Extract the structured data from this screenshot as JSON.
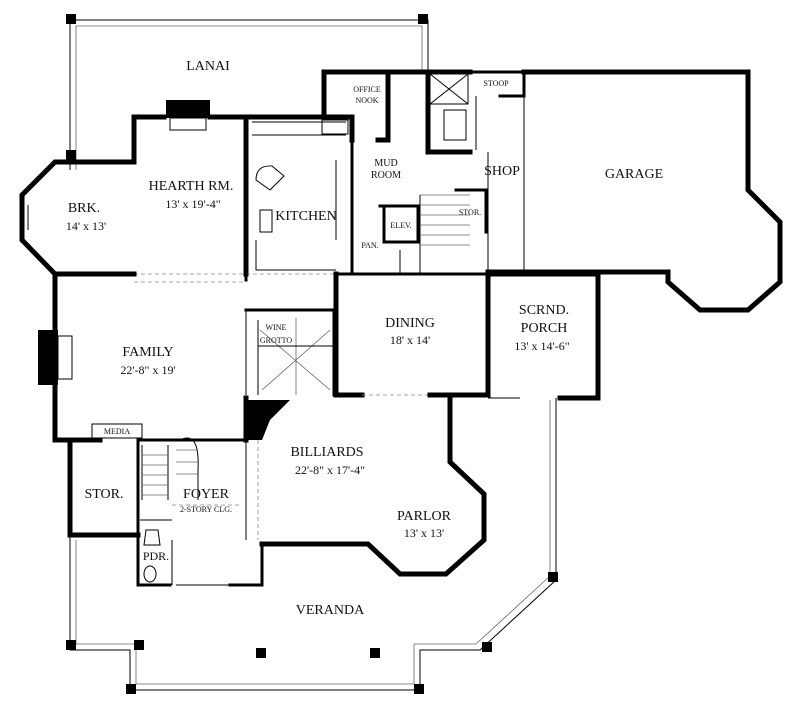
{
  "rooms": {
    "lanai": "LANAI",
    "office": "OFFICE",
    "nook": "NOOK",
    "stoop": "STOOP",
    "mud": "MUD",
    "room": "ROOM",
    "shop": "SHOP",
    "garage": "GARAGE",
    "brk_name": "BRK.",
    "brk_size": "14' x 13'",
    "hearth_name": "HEARTH RM.",
    "hearth_size": "13' x 19'-4\"",
    "kitchen": "KITCHEN",
    "elev": "ELEV.",
    "stor_small": "STOR.",
    "pan": "PAN.",
    "scrnd": "SCRND.",
    "porch": "PORCH",
    "porch_size": "13' x 14'-6\"",
    "wine": "WINE",
    "grotto": "GROTTO",
    "dining_name": "DINING",
    "dining_size": "18' x 14'",
    "family_name": "FAMILY",
    "family_size": "22'-8\" x 19'",
    "media": "MEDIA",
    "billiards_name": "BILLIARDS",
    "billiards_size": "22'-8\" x 17'-4\"",
    "stor": "STOR.",
    "foyer": "FOYER",
    "foyer_note": "2-STORY CLG.",
    "parlor_name": "PARLOR",
    "parlor_size": "13' x 13'",
    "pdr": "PDR.",
    "veranda": "VERANDA"
  }
}
